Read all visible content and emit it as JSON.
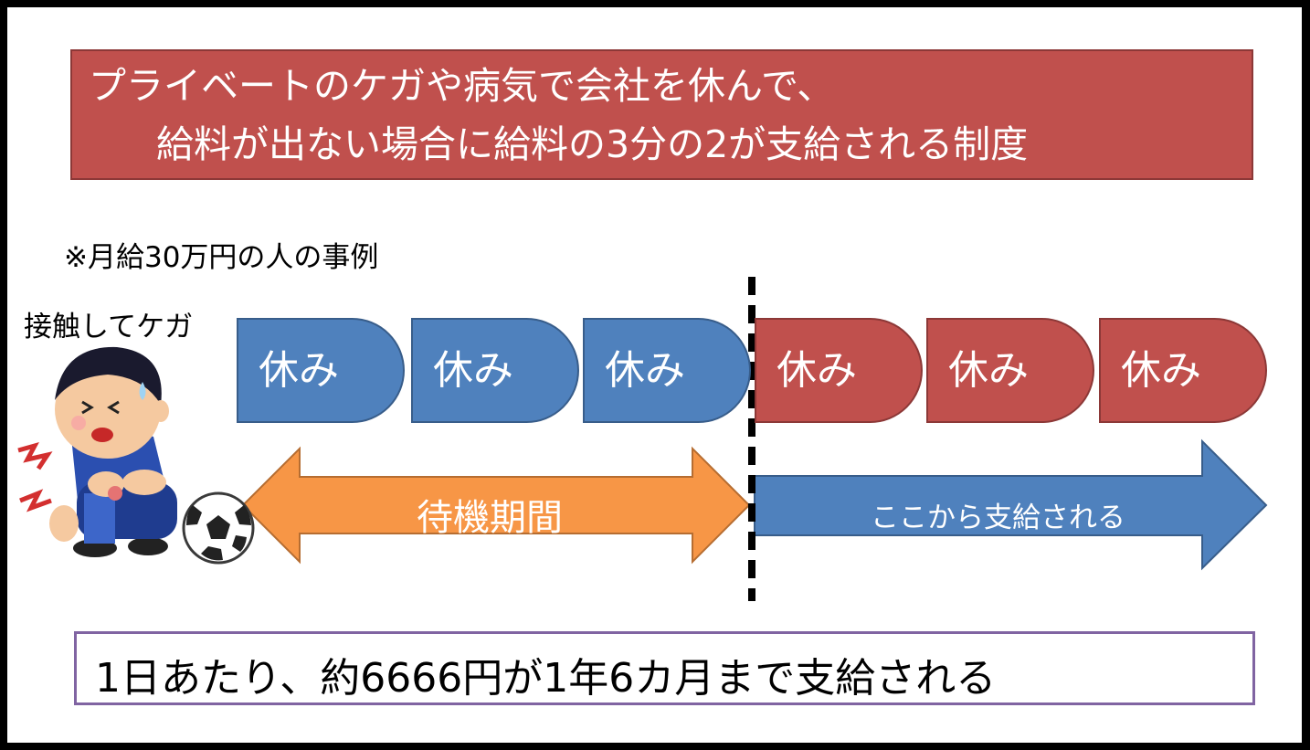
{
  "title": {
    "line1": "プライベートのケガや病気で会社を休んで、",
    "line2": "給料が出ない場合に給料の3分の2が支給される制度"
  },
  "note": "※月給30万円の人の事例",
  "caption": "接触してケガ",
  "rest_days": {
    "waiting": [
      "休み",
      "休み",
      "休み"
    ],
    "paid": [
      "休み",
      "休み",
      "休み"
    ]
  },
  "waiting_period_label": "待機期間",
  "payment_label": "ここから支給される",
  "footer": "1日あたり、約6666円が1年6カ月まで支給される",
  "colors": {
    "red": "#c0504d",
    "blue": "#4f81bd",
    "orange": "#f79646",
    "purple": "#8064a2"
  }
}
